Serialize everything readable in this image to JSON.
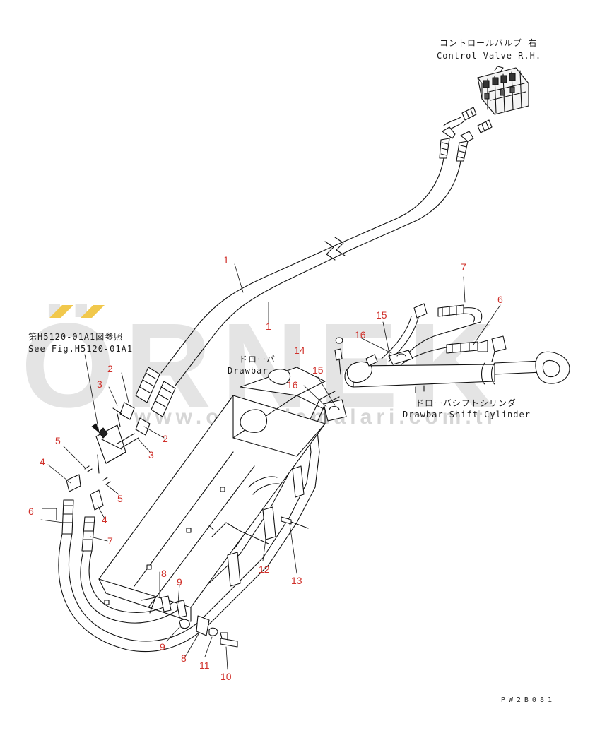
{
  "watermark": {
    "logo": "ÖRNEK",
    "url": "www.orneklemalari.com.tr"
  },
  "labels": {
    "control_valve_jp": "コントロールバルブ 右",
    "control_valve_en": "Control Valve R.H.",
    "see_fig_jp": "第H5120-01A1図参照",
    "see_fig_en": "See Fig.H5120-01A1",
    "drawbar_jp": "ドローバ",
    "drawbar_en": "Drawbar",
    "cylinder_jp": "ドローバシフトシリンダ",
    "cylinder_en": "Drawbar Shift Cylinder",
    "drawing_code": "PW2B081"
  },
  "callouts": [
    "1",
    "1",
    "7",
    "6",
    "15",
    "16",
    "14",
    "15",
    "16",
    "2",
    "3",
    "2",
    "3",
    "5",
    "4",
    "5",
    "4",
    "6",
    "7",
    "8",
    "9",
    "9",
    "8",
    "11",
    "10",
    "12",
    "13"
  ],
  "colors": {
    "callout": "#d0302a",
    "line": "#111111",
    "watermark": "#dcdcdc",
    "watermark_accent": "#f1c84c"
  }
}
